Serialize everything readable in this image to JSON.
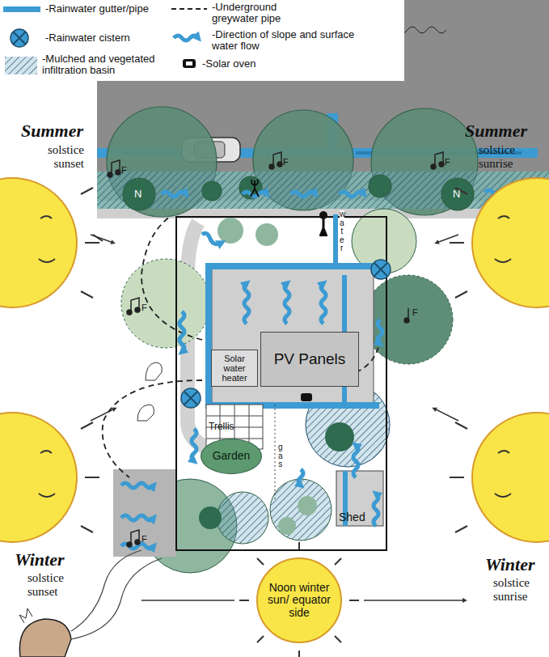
{
  "diagram": {
    "nodes": [
      {
        "text": [
          "PV Panels"
        ]
      },
      {
        "text": [
          "Solar water heater"
        ]
      },
      {
        "text": [
          "Trellis"
        ]
      },
      {
        "text": [
          "Garden"
        ]
      },
      {
        "text": [
          "Shed"
        ]
      },
      {
        "text": [
          "Noon winter sun/ equator side"
        ]
      }
    ],
    "labels": [
      "Summer",
      "solstice sunset",
      "Summer",
      "solstice sunrise",
      "Winter",
      "solstice sunset",
      "Winter",
      "solstice sunrise",
      "water",
      "gas",
      "N",
      "N",
      "F",
      "F",
      "F",
      "F",
      "F",
      "F"
    ],
    "legend": [
      {
        "text": "-Rainwater gutter/pipe"
      },
      {
        "text": "-Rainwater cistern"
      },
      {
        "text": "-Mulched and vegetated infiltration basin"
      },
      {
        "text": "-Underground greywater pipe"
      },
      {
        "text": "-Direction of slope and surface water flow"
      },
      {
        "text": "-Solar oven"
      }
    ]
  }
}
